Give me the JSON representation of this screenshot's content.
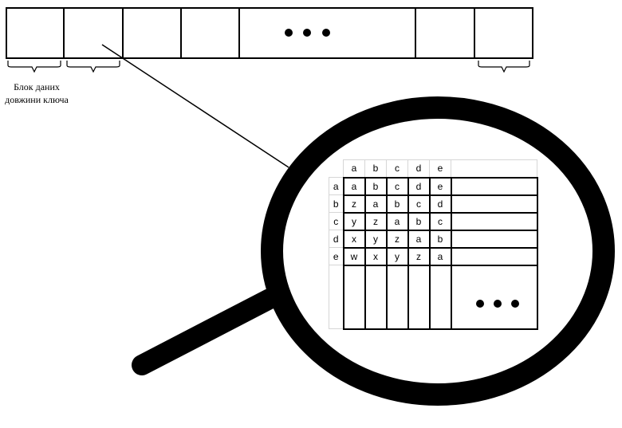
{
  "caption_lines": [
    "Блок даних",
    "довжини ключа"
  ],
  "table": {
    "column_headers": [
      "a",
      "b",
      "c",
      "d",
      "e"
    ],
    "row_headers": [
      "a",
      "b",
      "c",
      "d",
      "e"
    ],
    "rows": [
      [
        "a",
        "b",
        "c",
        "d",
        "e"
      ],
      [
        "z",
        "a",
        "b",
        "c",
        "d"
      ],
      [
        "y",
        "z",
        "a",
        "b",
        "c"
      ],
      [
        "x",
        "y",
        "z",
        "a",
        "b"
      ],
      [
        "w",
        "x",
        "y",
        "z",
        "a"
      ]
    ]
  },
  "icons": {
    "top_ellipsis": "ellipsis-icon",
    "table_ellipsis": "ellipsis-icon",
    "magnifier": "magnifying-glass-icon"
  }
}
